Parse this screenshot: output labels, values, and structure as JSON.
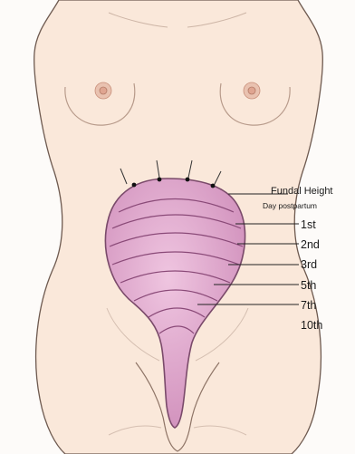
{
  "legend": {
    "heading": "Fundal Height",
    "subheading": "Day postpartum",
    "days": [
      "1st",
      "2nd",
      "3rd",
      "5th",
      "7th",
      "10th"
    ]
  },
  "colors": {
    "background": "#fdfbf9",
    "skin": "#fae8da",
    "skin_outline": "#6e5a50",
    "uterus": "#dca0c9",
    "uterus_outline": "#7a4a6a",
    "areola": "#dfa591"
  }
}
